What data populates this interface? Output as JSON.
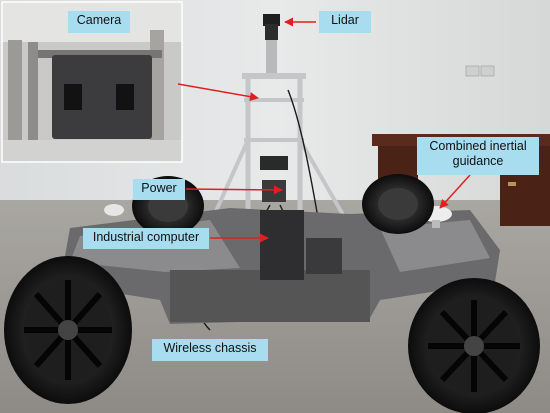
{
  "labels": {
    "camera": "Camera",
    "lidar": "Lidar",
    "power": "Power",
    "industrial_computer": "Industrial computer",
    "combined_inertial_line1": "Combined inertial",
    "combined_inertial_line2": "guidance",
    "wireless_chassis": "Wireless chassis"
  },
  "colors": {
    "label_background": "#a8dcef",
    "arrow": "#e02020"
  }
}
